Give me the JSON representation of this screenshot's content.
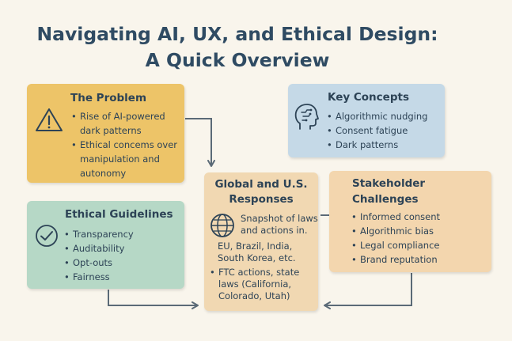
{
  "title": {
    "line1": "Navigating AI, UX, and Ethical Design:",
    "line2": "A Quick Overview"
  },
  "problem": {
    "heading": "The Problem",
    "icon": "warning-triangle-icon",
    "bullets": [
      "Rise of AI-powered dark patterns",
      "Ethical concems over manipulation and autonomy"
    ]
  },
  "key_concepts": {
    "heading": "Key Concepts",
    "icon": "head-circuit-icon",
    "bullets": [
      "Algorithmic nudging",
      "Consent fatigue",
      "Dark patterns"
    ]
  },
  "global": {
    "heading_line1": "Global and U.S.",
    "heading_line2": "Responses",
    "icon": "globe-icon",
    "intro_line1": "Snapshot of laws",
    "intro_line2": "and actions in.",
    "countries_line1": "EU, Brazil, India,",
    "countries_line2": "South Korea, etc.",
    "us_bullet": "FTC actions, state laws (California, Colorado, Utah)"
  },
  "stakeholder": {
    "heading_line1": "Stakeholder",
    "heading_line2": "Challenges",
    "bullets": [
      "Informed consent",
      "Algorithmic bias",
      "Legal compliance",
      "Brand reputation"
    ]
  },
  "ethics": {
    "heading": "Ethical Guidelines",
    "icon": "check-circle-icon",
    "bullets": [
      "Transparency",
      "Auditability",
      "Opt-outs",
      "Fairness"
    ]
  },
  "colors": {
    "problem": "#edc468",
    "key_concepts": "#c5d9e7",
    "global": "#f1d8b2",
    "stakeholder": "#f3d6ae",
    "ethics": "#b6d8c6",
    "text": "#2d4356",
    "arrows": "#5b6a77",
    "background": "#f9f5ec"
  }
}
